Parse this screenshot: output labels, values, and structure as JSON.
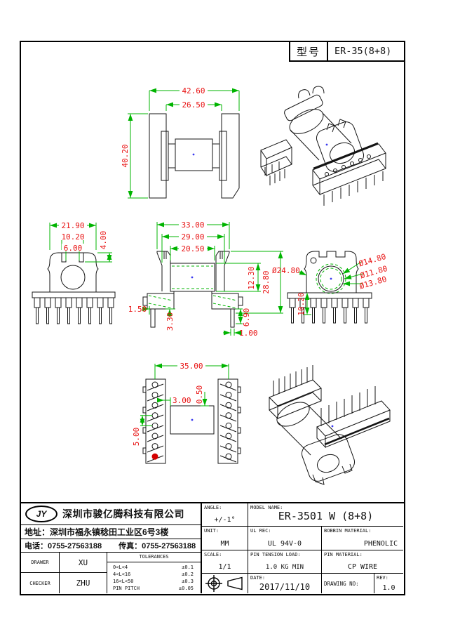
{
  "header": {
    "model_label": "型号",
    "model_value": "ER-35(8+8)"
  },
  "dims": {
    "top_view": {
      "overall_width": "42.60",
      "inner_width": "26.50",
      "height": "40.20"
    },
    "left_view": {
      "width": "21.90",
      "slot_span": "10.20",
      "slot_gap": "6.00",
      "slot_depth": "4.00"
    },
    "front_view": {
      "overall": "33.00",
      "body": "29.00",
      "tube": "20.50",
      "tube_h": "12.30",
      "total_h": "28.80",
      "step": "1.50",
      "base_h": "3.30",
      "pin_len": "6.90",
      "pin_w": "1.00"
    },
    "end_view": {
      "body_dia": "Ø24.80",
      "dia_a": "Ø14.80",
      "dia_b": "Ø11.80",
      "dia_c": "Ø13.80",
      "mount_h": "10.20"
    },
    "bottom_view": {
      "overall": "35.00",
      "edge": "3.00",
      "step": "0.50",
      "pitch": "5.00"
    }
  },
  "title_block": {
    "logo": "JY",
    "company": "深圳市骏亿腾科技有限公司",
    "address": "地址：深圳市福永镇稔田工业区6号3楼",
    "phone": "电话：0755-27563188",
    "fax": "传真：0755-27563188",
    "drawer_label": "DRAWER",
    "drawer": "XU",
    "checker_label": "CHECKER",
    "checker": "ZHU",
    "tolerances": {
      "title": "TOLERANCES",
      "rows": [
        [
          "0<L<4",
          "±0.1"
        ],
        [
          "4<L<16",
          "±0.2"
        ],
        [
          "16<L<50",
          "±0.3"
        ],
        [
          "PIN PITCH",
          "±0.05"
        ]
      ]
    },
    "angle_label": "ANGLE:",
    "angle": "+/-1°",
    "model_name_label": "MODEL NAME:",
    "model_name": "ER-3501 W (8+8)",
    "unit_label": "UNIT:",
    "unit": "MM",
    "ul_label": "UL REC:",
    "ul": "UL 94V-0",
    "bobbin_material_label": "BOBBIN MATERIAL:",
    "bobbin_material": "PHENOLIC",
    "scale_label": "SCALE:",
    "scale": "1/1",
    "pin_tension_label": "PIN TENSION LOAD:",
    "pin_tension": "1.0 KG MIN",
    "pin_material_label": "PIN MATERIAL:",
    "pin_material": "CP WIRE",
    "date_label": "DATE:",
    "date": "2017/11/10",
    "drawing_no_label": "DRAWING NO:",
    "rev_label": "REV:",
    "rev": "1.0"
  }
}
